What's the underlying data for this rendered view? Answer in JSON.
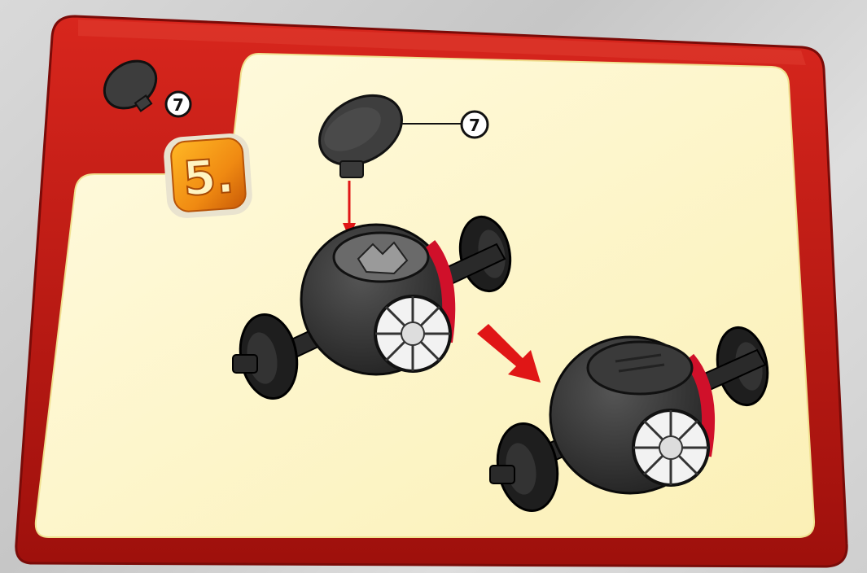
{
  "instruction_card": {
    "step_number": "5.",
    "parts_list": [
      {
        "part": "round-cover-plate",
        "quantity_callout": "7"
      }
    ],
    "assembly_callout": "7",
    "colors": {
      "card_red": "#c41a14",
      "card_red_dark": "#8e0d0a",
      "card_panel": "#fdf6c4",
      "part_dark": "#3a3a3a",
      "part_black": "#1c1c1c",
      "accent_red": "#d0102a",
      "window_white": "#f2f2f2",
      "arrow_red": "#e01616",
      "badge_orange": "#f29a13"
    },
    "icons": [
      "round-plate-part-icon",
      "down-arrow-icon",
      "diagonal-arrow-icon",
      "tie-fighter-body-icon"
    ]
  }
}
